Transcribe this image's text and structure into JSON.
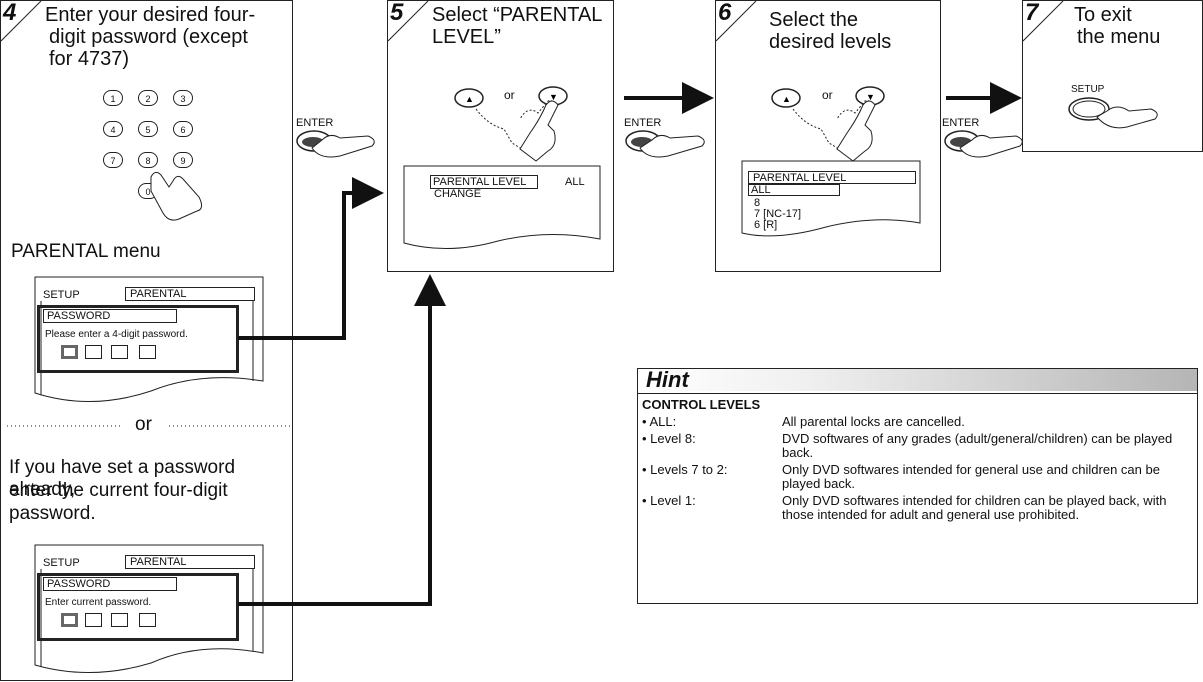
{
  "step4": {
    "number": "4",
    "heading_lines": [
      "Enter your desired four-",
      "digit password (except",
      "for 4737)"
    ],
    "keypad": [
      "1",
      "2",
      "3",
      "4",
      "5",
      "6",
      "7",
      "8",
      "9",
      "0"
    ],
    "parental_menu_label": "PARENTAL menu",
    "screen1": {
      "setup": "SETUP",
      "parental": "PARENTAL",
      "password": "PASSWORD",
      "prompt": "Please enter a 4-digit password."
    },
    "or_label": "or",
    "alt_text_lines": [
      "If you have set a password already,",
      "enter the current four-digit",
      "password."
    ],
    "screen2": {
      "setup": "SETUP",
      "parental": "PARENTAL",
      "password": "PASSWORD",
      "prompt": "Enter current password."
    }
  },
  "step5": {
    "number": "5",
    "heading_lines": [
      "Select “PARENTAL",
      "LEVEL”"
    ],
    "or_label": "or",
    "menu_item": "PARENTAL LEVEL",
    "menu_value": "ALL",
    "menu_change": "CHANGE"
  },
  "step6": {
    "number": "6",
    "heading_lines": [
      "Select the",
      "desired levels"
    ],
    "or_label": "or",
    "menu_title": "PARENTAL LEVEL",
    "levels": [
      "ALL",
      "8",
      "7 [NC-17]",
      "6 [R]"
    ]
  },
  "step7": {
    "number": "7",
    "heading_lines": [
      "To exit",
      "the menu"
    ],
    "setup_label": "SETUP"
  },
  "enter_labels": [
    "ENTER",
    "ENTER",
    "ENTER"
  ],
  "hint": {
    "title": "Hint",
    "section": "CONTROL LEVELS",
    "rows": [
      {
        "term": "• ALL:",
        "desc": "All parental locks are cancelled."
      },
      {
        "term": "• Level 8:",
        "desc": "DVD softwares of any grades (adult/general/children) can be played back."
      },
      {
        "term": "• Levels 7 to 2:",
        "desc": "Only DVD softwares intended for general use and children can be played back."
      },
      {
        "term": "• Level 1:",
        "desc": "Only DVD softwares intended for children can be played back, with those intended for adult and general use prohibited."
      }
    ]
  }
}
